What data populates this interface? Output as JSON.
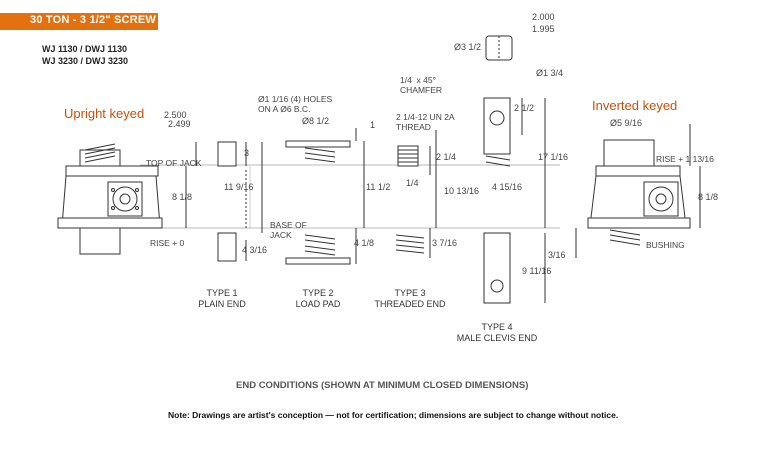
{
  "header": {
    "title": "30 TON - 3 1/2\" SCREW",
    "accent_color": "#e4710f"
  },
  "models": [
    "WJ 1130 / DWJ 1130",
    "WJ 3230 / DWJ 3230"
  ],
  "views": {
    "upright": "Upright keyed",
    "inverted": "Inverted keyed",
    "label_color": "#c8500a"
  },
  "labels": {
    "top_of_jack": "TOP OF JACK",
    "base_of_jack": "BASE OF\nJACK",
    "rise_zero": "RISE + 0",
    "rise_inverted": "RISE + 1 13/16",
    "bushing": "BUSHING",
    "holes": "Ø1 1/16 (4) HOLES\nON A Ø6 B.C.",
    "thread": "2 1/4-12 UN 2A\nTHREAD",
    "chamfer": "1/4  x 45°\nCHAMFER"
  },
  "dims": {
    "upright_dia_top": "2.500",
    "upright_dia_bottom": "2.499",
    "dim_3": "3",
    "dim_8_1_8_left": "8 1/8",
    "dim_11_9_16": "11 9/16",
    "dim_4_3_16": "4 3/16",
    "pad_dia": "Ø8 1/2",
    "dim_1": "1",
    "dim_11_1_2": "11 1/2",
    "dim_4_1_8": "4 1/8",
    "dim_2_1_4": "2 1/4",
    "dim_1_4": "1/4",
    "dim_10_13_16": "10 13/16",
    "dim_3_7_16": "3 7/16",
    "pin_dia": "Ø3 1/2",
    "pin_top": "2.000",
    "pin_bottom": "1.995",
    "clevis_dia": "Ø1 3/4",
    "dim_2_1_2": "2 1/2",
    "dim_17_1_16": "17 1/16",
    "dim_4_15_16": "4 15/16",
    "dim_9_11_16": "9 11/16",
    "dim_3_16": "3/16",
    "inv_dia": "Ø5 9/16",
    "dim_8_1_8_right": "8 1/8"
  },
  "types": [
    {
      "title": "TYPE 1",
      "name": "PLAIN END"
    },
    {
      "title": "TYPE 2",
      "name": "LOAD PAD"
    },
    {
      "title": "TYPE 3",
      "name": "THREADED END"
    },
    {
      "title": "TYPE 4",
      "name": "MALE CLEVIS END"
    }
  ],
  "caption": "END CONDITIONS (SHOWN AT MINIMUM CLOSED DIMENSIONS)",
  "note": "Note: Drawings are artist's conception — not for certification; dimensions are subject to change without notice."
}
